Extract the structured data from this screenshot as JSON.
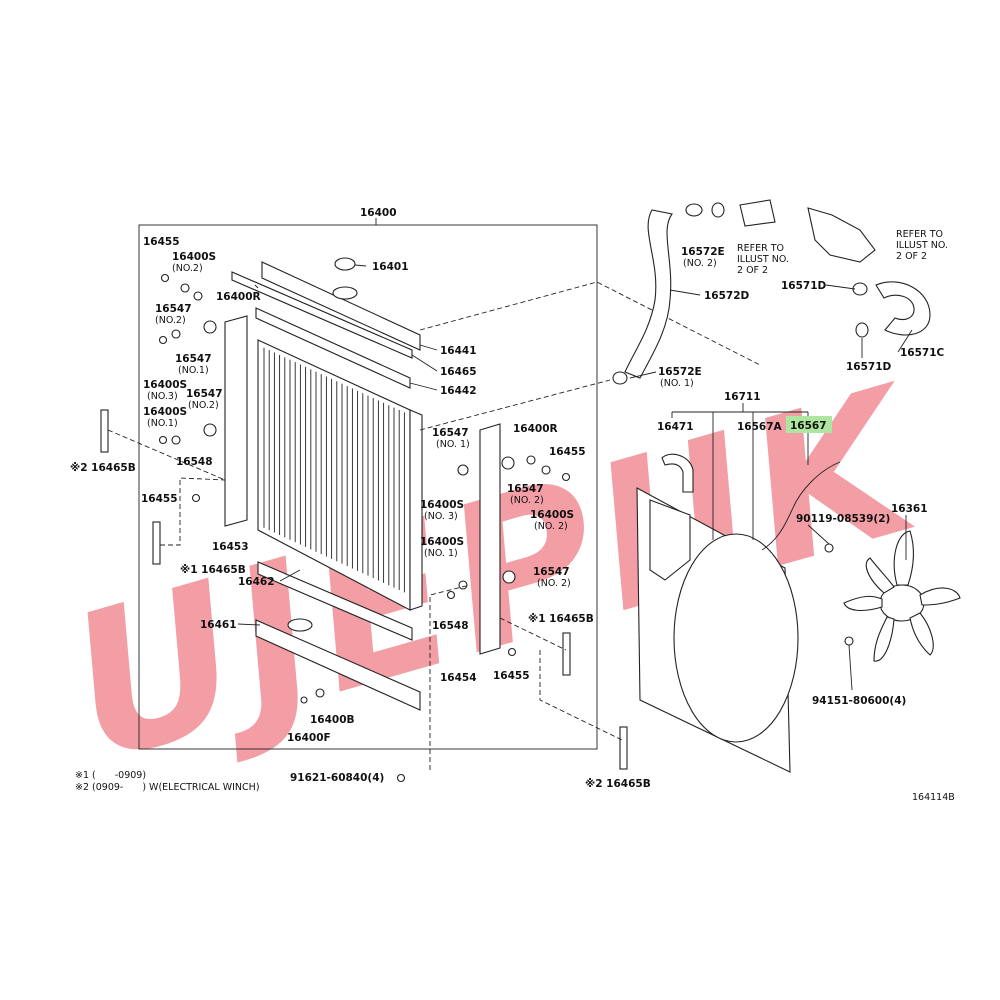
{
  "diagram_code": "164114B",
  "watermark": "UJEPIIK",
  "assembly_label": "16400",
  "fan_shroud_label": "16711",
  "highlight": {
    "label": "16567",
    "color": "#aee6a1"
  },
  "footnotes": [
    "※1 (　　-0909)",
    "※2 (0909-　　) W(ELECTRICAL WINCH)"
  ],
  "labels": {
    "l16455_a": "16455",
    "l16400s_no2_a": "16400S",
    "l16400s_no2_a_sub": "(NO.2)",
    "l16400r_a": "16400R",
    "l16547_no2_a": "16547",
    "l16547_no2_a_sub": "(NO.2)",
    "l16547_no1_a": "16547",
    "l16547_no1_a_sub": "(NO.1)",
    "l16400s_no3_a": "16400S",
    "l16400s_no3_a_sub": "(NO.3)",
    "l16547_no2_b": "16547",
    "l16547_no2_b_sub": "(NO.2)",
    "l16400s_no1_a": "16400S",
    "l16400s_no1_a_sub": "(NO.1)",
    "l16548_a": "16548",
    "l16465b_2a": "※2 16465B",
    "l16455_b": "16455",
    "l16453": "16453",
    "l16465b_1a": "※1 16465B",
    "l16401": "16401",
    "l16441": "16441",
    "l16465": "16465",
    "l16442": "16442",
    "l16462": "16462",
    "l16461": "16461",
    "l16400b": "16400B",
    "l16400f": "16400F",
    "l16547_no1_b": "16547",
    "l16547_no1_b_sub": "(NO. 1)",
    "l16400s_no3_b": "16400S",
    "l16400s_no3_b_sub": "(NO. 3)",
    "l16400s_no1_b": "16400S",
    "l16400s_no1_b_sub": "(NO. 1)",
    "l16400r_b": "16400R",
    "l16455_c": "16455",
    "l16547_no2_c": "16547",
    "l16547_no2_c_sub": "(NO. 2)",
    "l16400s_no2_b": "16400S",
    "l16400s_no2_b_sub": "(NO. 2)",
    "l16547_no2_d": "16547",
    "l16547_no2_d_sub": "(NO. 2)",
    "l16548_b": "16548",
    "l16465b_1b": "※1 16465B",
    "l16454": "16454",
    "l16455_d": "16455",
    "l91621": "91621-60840(4)",
    "l16465b_2b": "※2 16465B",
    "l16572e_a": "16572E",
    "l16572e_a_sub": "(NO. 2)",
    "l16572d": "16572D",
    "l16572e_b": "16572E",
    "l16572e_b_sub": "(NO. 1)",
    "refer_1": [
      "REFER TO",
      "ILLUST NO.",
      "2 OF 2"
    ],
    "refer_2": [
      "REFER TO",
      "ILLUST NO.",
      "2 OF 2"
    ],
    "l16571d_a": "16571D",
    "l16571c": "16571C",
    "l16571d_b": "16571D",
    "l16471": "16471",
    "l16567a": "16567A",
    "l90119": "90119-08539(2)",
    "l16361": "16361",
    "l94151": "94151-80600(4)"
  }
}
